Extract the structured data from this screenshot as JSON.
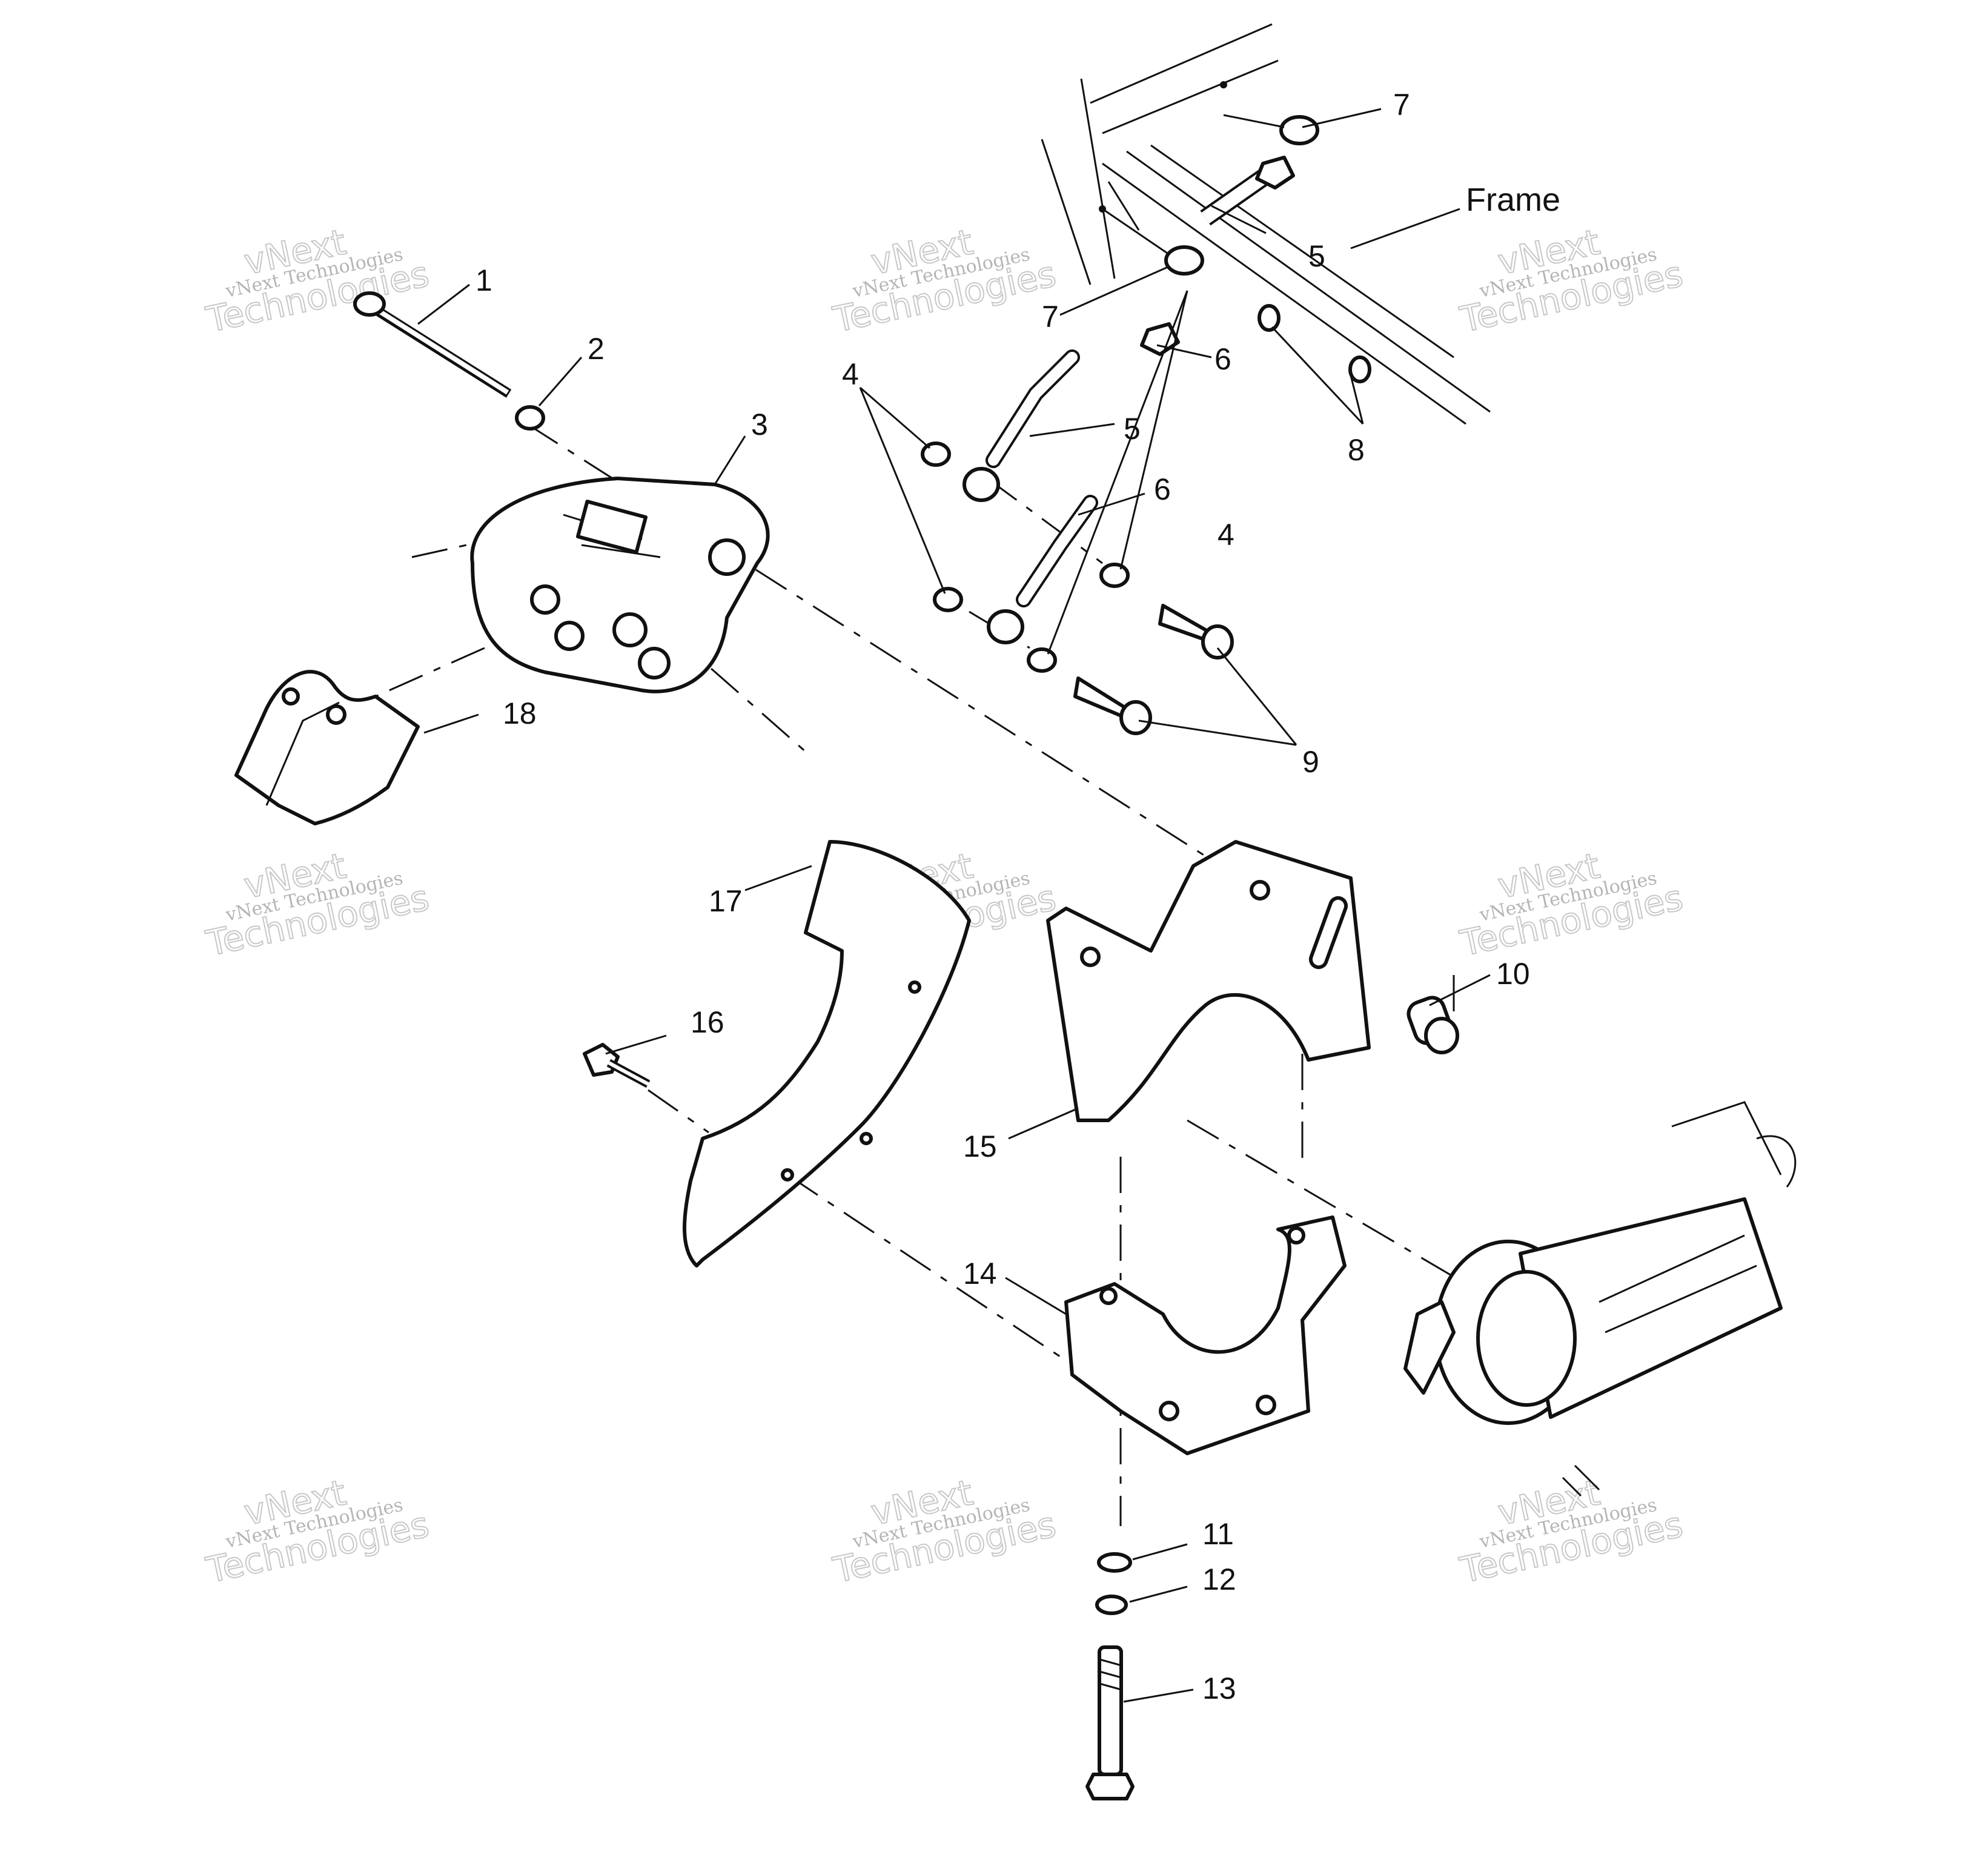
{
  "diagram": {
    "frame_label": "Frame",
    "watermark": {
      "line1": "vNext",
      "line2": "vNext Technologies",
      "line3": "Technologies"
    },
    "callouts": [
      {
        "id": "c1",
        "text": "1"
      },
      {
        "id": "c2",
        "text": "2"
      },
      {
        "id": "c3",
        "text": "3"
      },
      {
        "id": "c4a",
        "text": "4"
      },
      {
        "id": "c4b",
        "text": "4"
      },
      {
        "id": "c5a",
        "text": "5"
      },
      {
        "id": "c5b",
        "text": "5"
      },
      {
        "id": "c6a",
        "text": "6"
      },
      {
        "id": "c6b",
        "text": "6"
      },
      {
        "id": "c7a",
        "text": "7"
      },
      {
        "id": "c7b",
        "text": "7"
      },
      {
        "id": "c8",
        "text": "8"
      },
      {
        "id": "c9",
        "text": "9"
      },
      {
        "id": "c10",
        "text": "10"
      },
      {
        "id": "c11",
        "text": "11"
      },
      {
        "id": "c12",
        "text": "12"
      },
      {
        "id": "c13",
        "text": "13"
      },
      {
        "id": "c14",
        "text": "14"
      },
      {
        "id": "c15",
        "text": "15"
      },
      {
        "id": "c16",
        "text": "16"
      },
      {
        "id": "c17",
        "text": "17"
      },
      {
        "id": "c18",
        "text": "18"
      }
    ]
  }
}
